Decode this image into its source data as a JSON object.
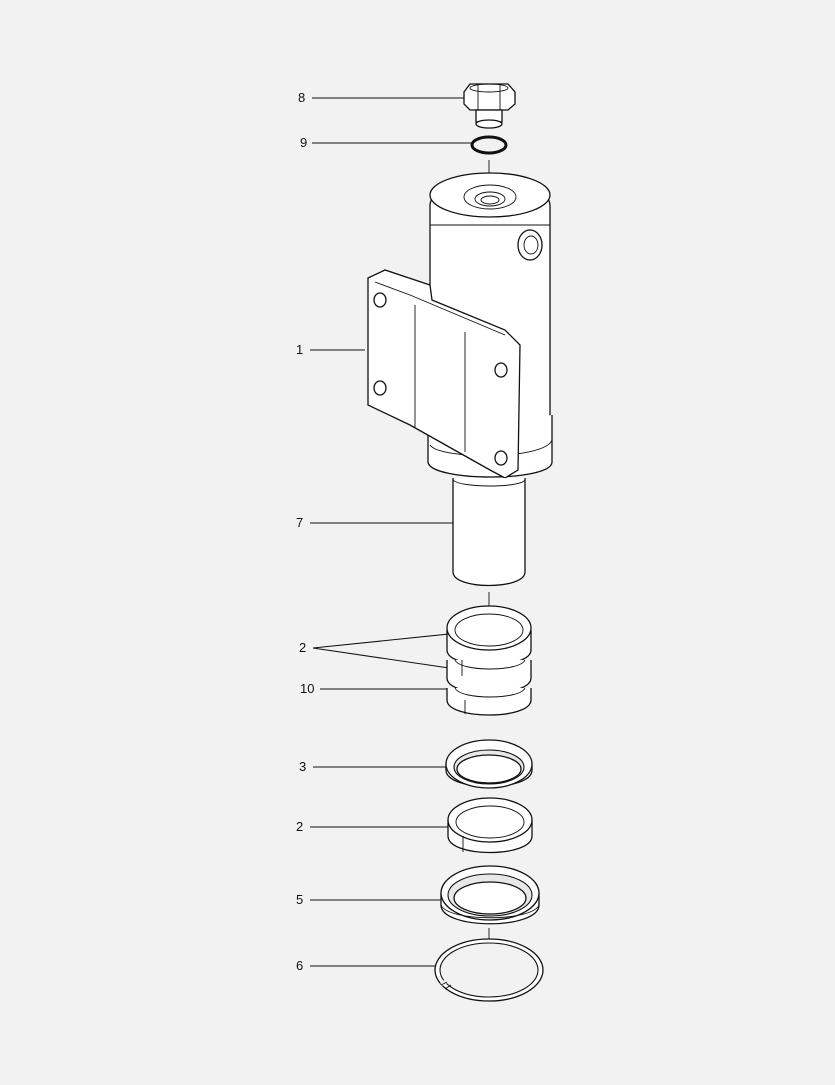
{
  "callouts": [
    {
      "id": "c8",
      "label": "8"
    },
    {
      "id": "c9",
      "label": "9"
    },
    {
      "id": "c1",
      "label": "1"
    },
    {
      "id": "c7",
      "label": "7"
    },
    {
      "id": "c2a",
      "label": "2"
    },
    {
      "id": "c10",
      "label": "10"
    },
    {
      "id": "c3",
      "label": "3"
    },
    {
      "id": "c2b",
      "label": "2"
    },
    {
      "id": "c5",
      "label": "5"
    },
    {
      "id": "c6",
      "label": "6"
    }
  ],
  "colors": {
    "background": "#f2f2f2",
    "line": "#111111",
    "part_fill": "#ffffff"
  }
}
